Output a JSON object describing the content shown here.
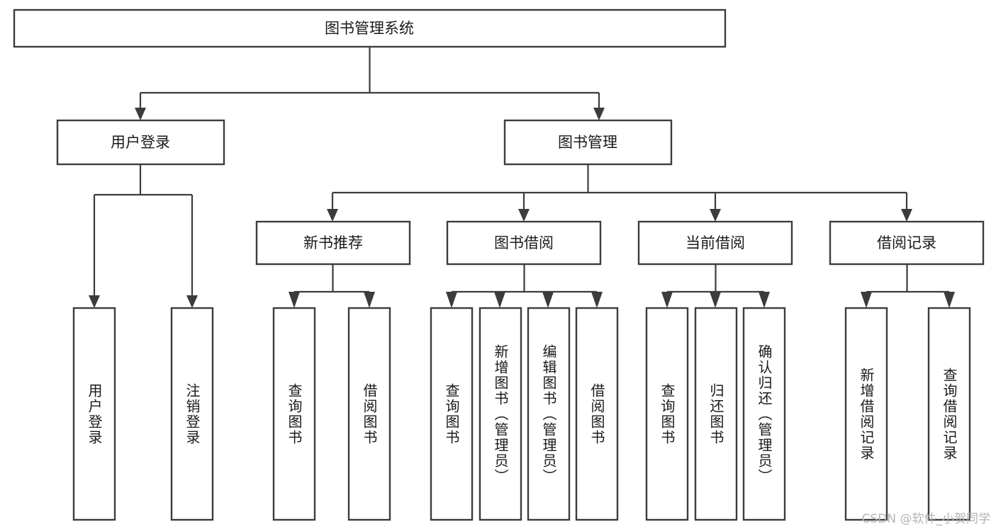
{
  "diagram": {
    "title": "图书管理系统",
    "type": "tree",
    "orientation": "top-down",
    "colors": {
      "box_stroke": "#3c3c3c",
      "box_fill": "#ffffff",
      "connector": "#3c3c3c",
      "text": "#1a1a1a",
      "watermark": "#b4b4b4",
      "background": "#ffffff"
    },
    "root": {
      "label": "图书管理系统"
    },
    "level2": [
      {
        "id": "user-login",
        "label": "用户登录"
      },
      {
        "id": "book-manage",
        "label": "图书管理"
      }
    ],
    "level3": [
      {
        "id": "new-book-recommend",
        "label": "新书推荐",
        "parent": "book-manage"
      },
      {
        "id": "book-borrow",
        "label": "图书借阅",
        "parent": "book-manage"
      },
      {
        "id": "current-borrow",
        "label": "当前借阅",
        "parent": "book-manage"
      },
      {
        "id": "borrow-record",
        "label": "借阅记录",
        "parent": "book-manage"
      }
    ],
    "leaves": [
      {
        "id": "leaf-user-login",
        "label": "用户登录",
        "parent": "user-login"
      },
      {
        "id": "leaf-logout-login",
        "label": "注销登录",
        "parent": "user-login"
      },
      {
        "id": "leaf-query-book-1",
        "label": "查询图书",
        "parent": "new-book-recommend"
      },
      {
        "id": "leaf-borrow-book-1",
        "label": "借阅图书",
        "parent": "new-book-recommend"
      },
      {
        "id": "leaf-query-book-2",
        "label": "查询图书",
        "parent": "book-borrow"
      },
      {
        "id": "leaf-add-book",
        "label": "新增图书（管理员）",
        "parent": "book-borrow"
      },
      {
        "id": "leaf-edit-book",
        "label": "编辑图书（管理员）",
        "parent": "book-borrow"
      },
      {
        "id": "leaf-borrow-book-2",
        "label": "借阅图书",
        "parent": "book-borrow"
      },
      {
        "id": "leaf-query-book-3",
        "label": "查询图书",
        "parent": "current-borrow"
      },
      {
        "id": "leaf-return-book",
        "label": "归还图书",
        "parent": "current-borrow"
      },
      {
        "id": "leaf-confirm-return",
        "label": "确认归还（管理员）",
        "parent": "current-borrow"
      },
      {
        "id": "leaf-add-record",
        "label": "新增借阅记录",
        "parent": "borrow-record"
      },
      {
        "id": "leaf-query-record",
        "label": "查询借阅记录",
        "parent": "borrow-record"
      }
    ]
  },
  "watermark": {
    "text": "CSDN @软件_小贺同学"
  }
}
